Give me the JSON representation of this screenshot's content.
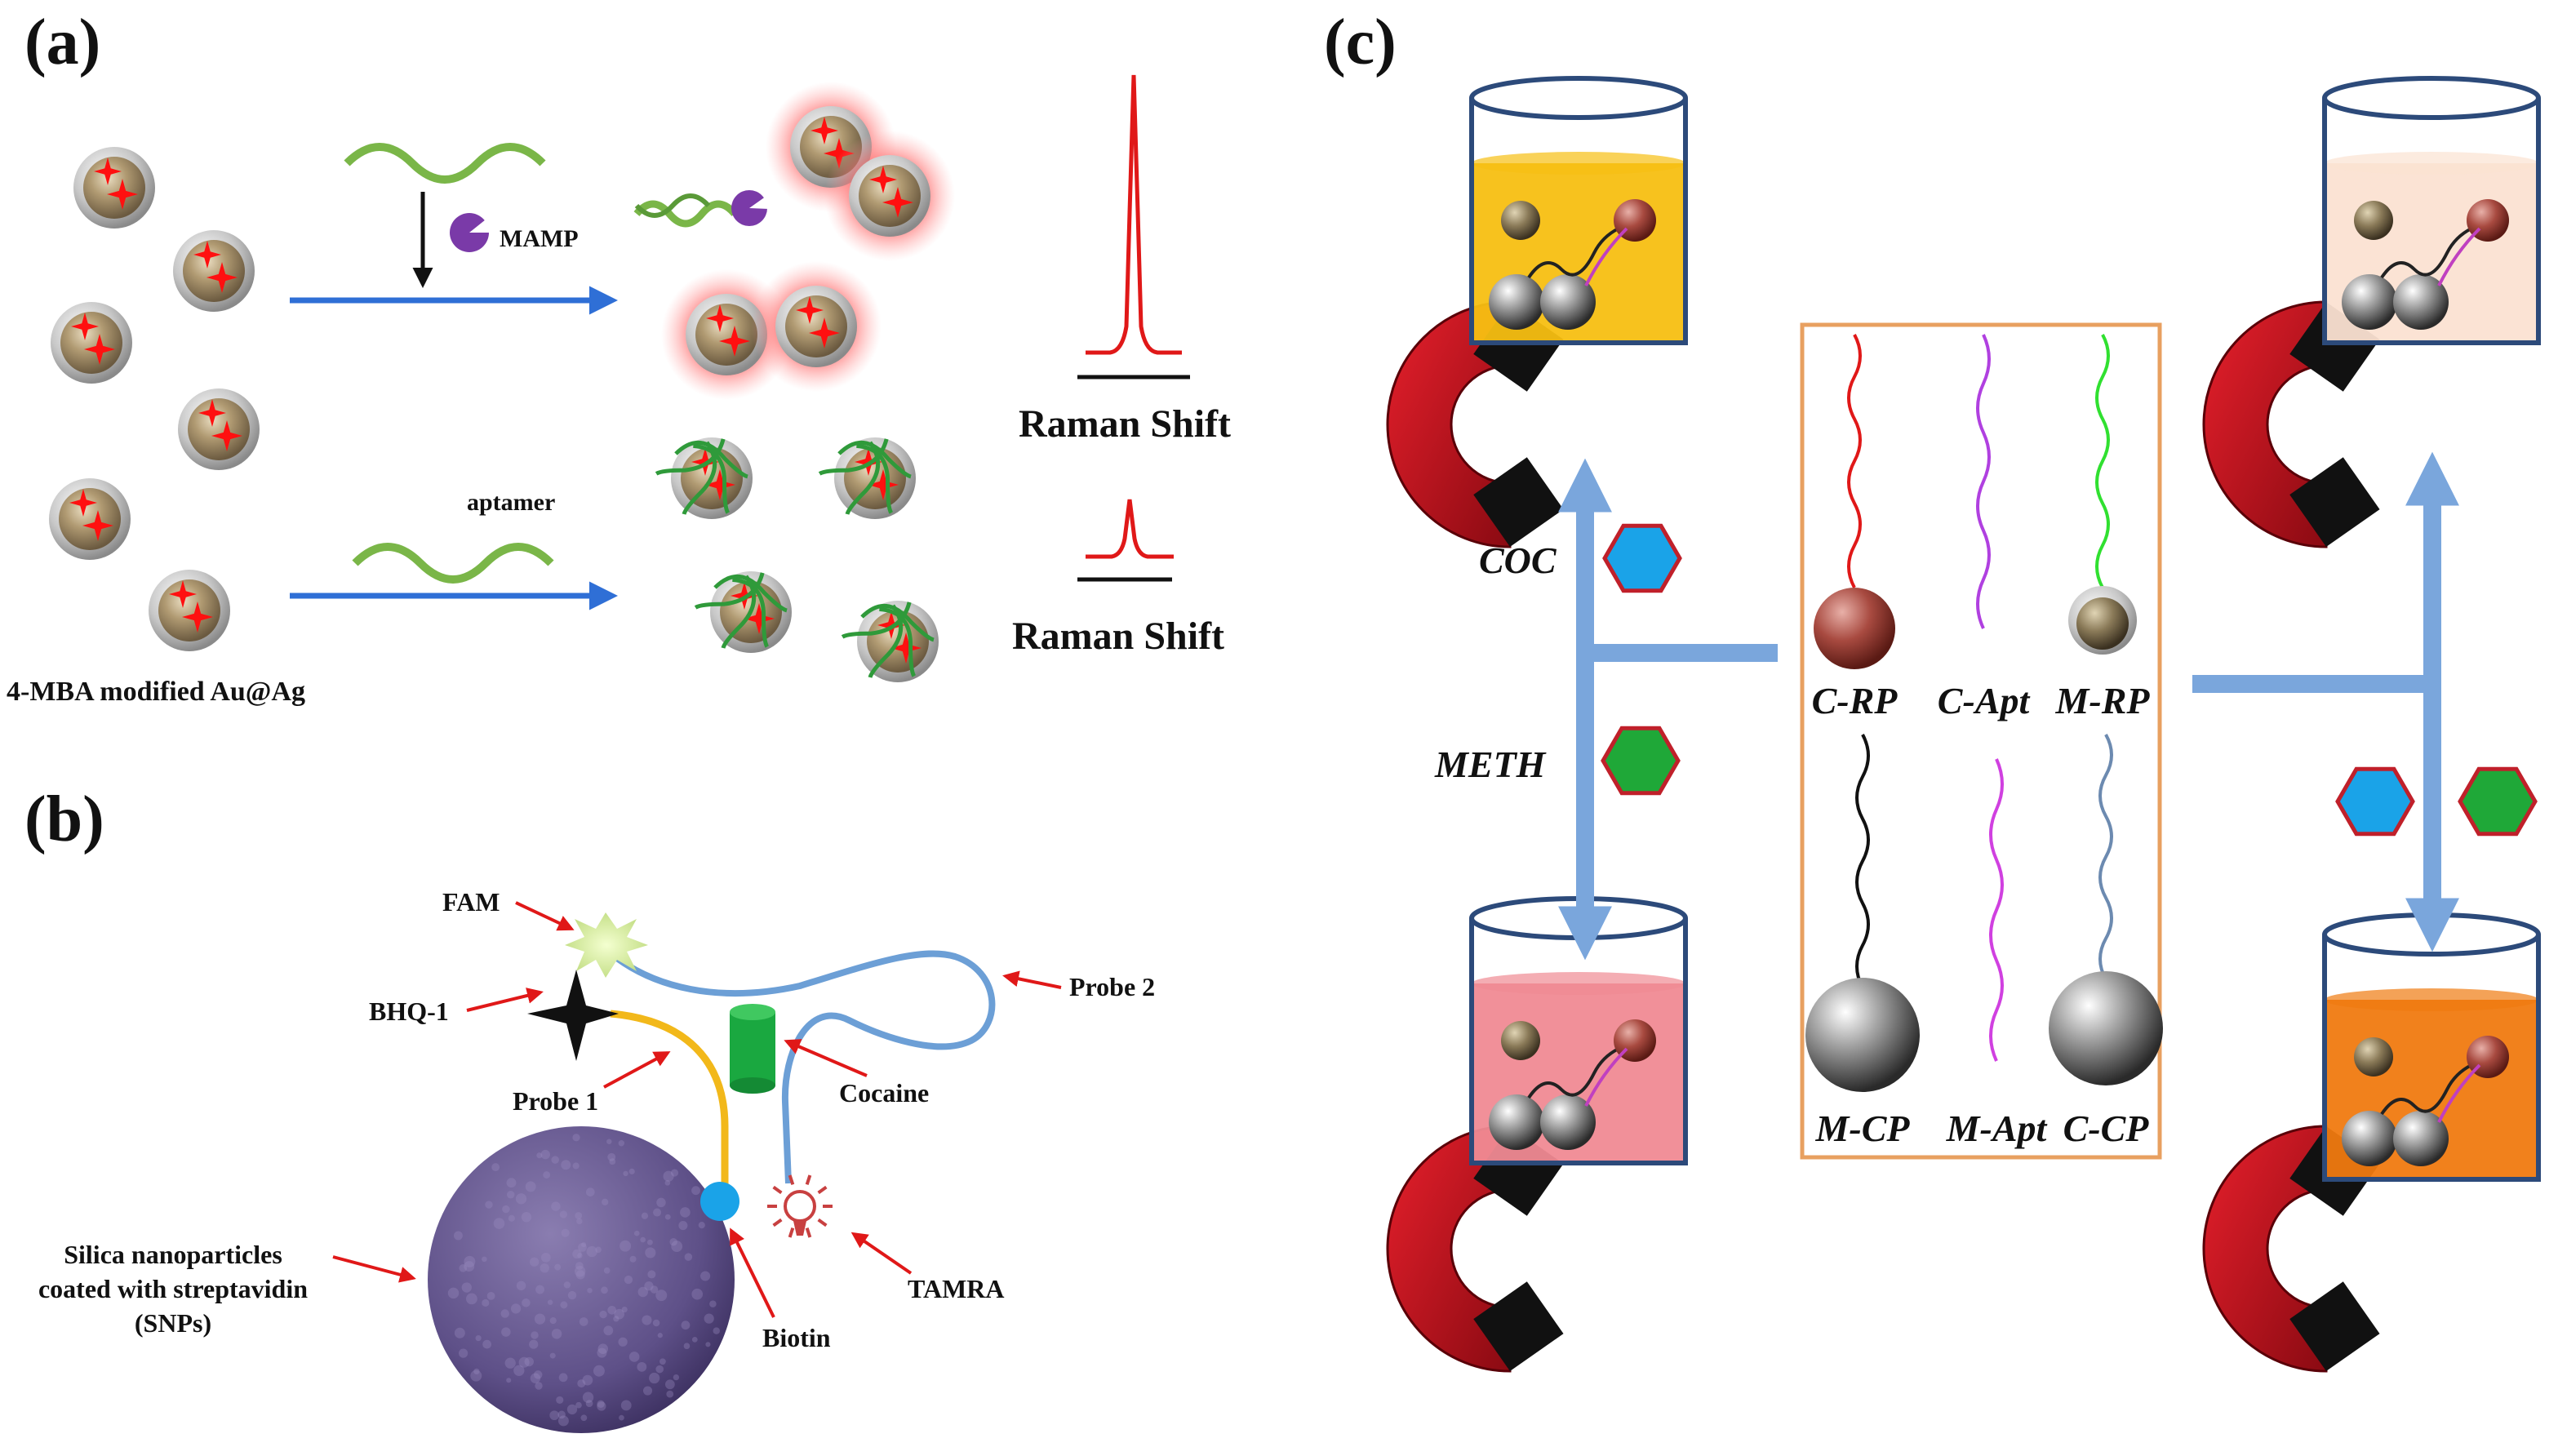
{
  "panels": {
    "a": {
      "label": "(a)",
      "mamp_label": "MAMP",
      "aptamer_label": "aptamer",
      "nanoparticle_caption": "4-MBA modified Au@Ag",
      "raman_top": "Raman Shift",
      "raman_bottom": "Raman Shift"
    },
    "b": {
      "label": "(b)",
      "fam": "FAM",
      "bhq": "BHQ-1",
      "probe1": "Probe 1",
      "probe2": "Probe 2",
      "cocaine": "Cocaine",
      "tamra": "TAMRA",
      "biotin": "Biotin",
      "snp_line1": "Silica nanoparticles",
      "snp_line2": "coated with streptavidin",
      "snp_line3": "(SNPs)"
    },
    "c": {
      "label": "(c)",
      "coc": "COC",
      "meth": "METH",
      "probes": [
        "C-RP",
        "C-Apt",
        "M-RP",
        "M-CP",
        "M-Apt",
        "C-CP"
      ]
    }
  },
  "colors": {
    "arrow_blue": "#2f6fd6",
    "arrow_light_blue": "#7aa6dc",
    "label_red": "#e01818",
    "aptamer_green": "#7ab648",
    "cocaine_hexagon": "#1aa3e8",
    "meth_hexagon": "#1fa838",
    "hexagon_border": "#c0202a",
    "magnet_red": "#c8101c",
    "beaker_yellow": "#f7bf12",
    "beaker_pink": "#f08a93",
    "beaker_peach": "#fbe2d2",
    "beaker_orange": "#f07a10",
    "snp_purple": "#6a5a92"
  }
}
